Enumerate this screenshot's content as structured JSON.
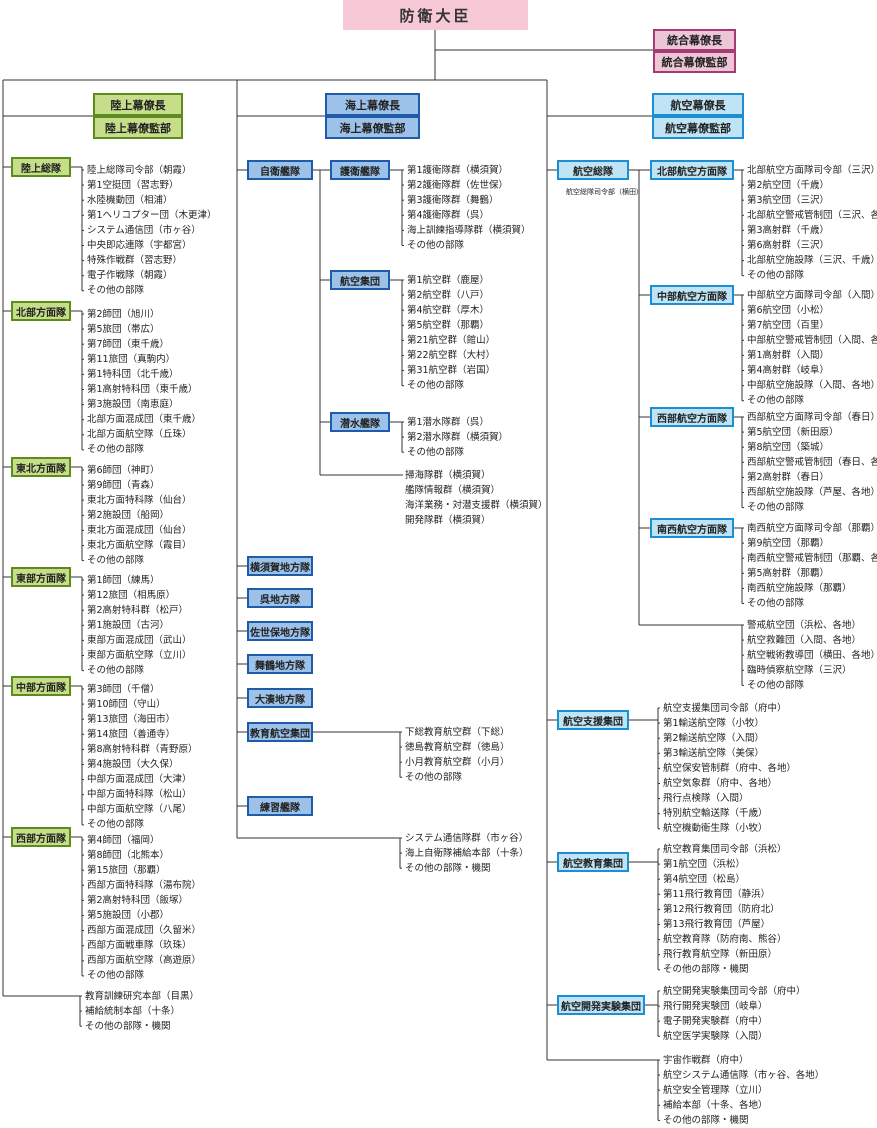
{
  "minister": "防衛大臣",
  "joint": {
    "chief": "統合幕僚長",
    "office": "統合幕僚監部"
  },
  "gsdf": {
    "chief": "陸上幕僚長",
    "office": "陸上幕僚監部",
    "units": [
      {
        "name": "陸上総隊",
        "items": [
          "陸上総隊司令部（朝霞）",
          "第1空挺団（習志野）",
          "水陸機動団（相浦）",
          "第1ヘリコプター団（木更津）",
          "システム通信団（市ヶ谷）",
          "中央即応連隊（宇都宮）",
          "特殊作戦群（習志野）",
          "電子作戦隊（朝霞）",
          "その他の部隊"
        ]
      },
      {
        "name": "北部方面隊",
        "items": [
          "第2師団（旭川）",
          "第5旅団（帯広）",
          "第7師団（東千歳）",
          "第11旅団（真駒内）",
          "第1特科団（北千歳）",
          "第1高射特科団（東千歳）",
          "第3施設団（南恵庭）",
          "北部方面混成団（東千歳）",
          "北部方面航空隊（丘珠）",
          "その他の部隊"
        ]
      },
      {
        "name": "東北方面隊",
        "items": [
          "第6師団（神町）",
          "第9師団（青森）",
          "東北方面特科隊（仙台）",
          "第2施設団（船岡）",
          "東北方面混成団（仙台）",
          "東北方面航空隊（霞目）",
          "その他の部隊"
        ]
      },
      {
        "name": "東部方面隊",
        "items": [
          "第1師団（練馬）",
          "第12旅団（相馬原）",
          "第2高射特科群（松戸）",
          "第1施設団（古河）",
          "東部方面混成団（武山）",
          "東部方面航空隊（立川）",
          "その他の部隊"
        ]
      },
      {
        "name": "中部方面隊",
        "items": [
          "第3師団（千僧）",
          "第10師団（守山）",
          "第13旅団（海田市）",
          "第14旅団（善通寺）",
          "第8高射特科群（青野原）",
          "第4施設団（大久保）",
          "中部方面混成団（大津）",
          "中部方面特科隊（松山）",
          "中部方面航空隊（八尾）",
          "その他の部隊"
        ]
      },
      {
        "name": "西部方面隊",
        "items": [
          "第4師団（福岡）",
          "第8師団（北熊本）",
          "第15旅団（那覇）",
          "西部方面特科隊（湯布院）",
          "第2高射特科団（飯塚）",
          "第5施設団（小郡）",
          "西部方面混成団（久留米）",
          "西部方面戦車隊（玖珠）",
          "西部方面航空隊（高遊原）",
          "その他の部隊"
        ]
      }
    ],
    "others": [
      "教育訓練研究本部（目黒）",
      "補給統制本部（十条）",
      "その他の部隊・機関"
    ]
  },
  "msdf": {
    "chief": "海上幕僚長",
    "office": "海上幕僚監部",
    "fleet": "自衛艦隊",
    "fleet_groups": [
      {
        "name": "護衛艦隊",
        "items": [
          "第1護衛隊群（横須賀）",
          "第2護衛隊群（佐世保）",
          "第3護衛隊群（舞鶴）",
          "第4護衛隊群（呉）",
          "海上訓練指導隊群（横須賀）",
          "その他の部隊"
        ]
      },
      {
        "name": "航空集団",
        "items": [
          "第1航空群（鹿屋）",
          "第2航空群（八戸）",
          "第4航空群（厚木）",
          "第5航空群（那覇）",
          "第21航空群（館山）",
          "第22航空群（大村）",
          "第31航空群（岩国）",
          "その他の部隊"
        ]
      },
      {
        "name": "潜水艦隊",
        "items": [
          "第1潜水隊群（呉）",
          "第2潜水隊群（横須賀）",
          "その他の部隊"
        ]
      }
    ],
    "fleet_others": [
      "掃海隊群（横須賀）",
      "艦隊情報群（横須賀）",
      "海洋業務・対潜支援群（横須賀）",
      "開発隊群（横須賀）"
    ],
    "districts": [
      "横須賀地方隊",
      "呉地方隊",
      "佐世保地方隊",
      "舞鶴地方隊",
      "大湊地方隊"
    ],
    "education": {
      "name": "教育航空集団",
      "items": [
        "下総教育航空群（下総）",
        "徳島教育航空群（徳島）",
        "小月教育航空群（小月）",
        "その他の部隊"
      ]
    },
    "training": "練習艦隊",
    "others": [
      "システム通信隊群（市ヶ谷）",
      "海上自衛隊補給本部（十条）",
      "その他の部隊・機関"
    ]
  },
  "asdf": {
    "chief": "航空幕僚長",
    "office": "航空幕僚監部",
    "command": {
      "name": "航空総隊",
      "note": "航空総隊司令部（横田）"
    },
    "forces": [
      {
        "name": "北部航空方面隊",
        "items": [
          "北部航空方面隊司令部（三沢）",
          "第2航空団（千歳）",
          "第3航空団（三沢）",
          "北部航空警戒管制団（三沢、各地）",
          "第3高射群（千歳）",
          "第6高射群（三沢）",
          "北部航空施設隊（三沢、千歳）",
          "その他の部隊"
        ]
      },
      {
        "name": "中部航空方面隊",
        "items": [
          "中部航空方面隊司令部（入間）",
          "第6航空団（小松）",
          "第7航空団（百里）",
          "中部航空警戒管制団（入間、各地）",
          "第1高射群（入間）",
          "第4高射群（岐阜）",
          "中部航空施設隊（入間、各地）",
          "その他の部隊"
        ]
      },
      {
        "name": "西部航空方面隊",
        "items": [
          "西部航空方面隊司令部（春日）",
          "第5航空団（新田原）",
          "第8航空団（築城）",
          "西部航空警戒管制団（春日、各地）",
          "第2高射群（春日）",
          "西部航空施設隊（芦屋、各地）",
          "その他の部隊"
        ]
      },
      {
        "name": "南西航空方面隊",
        "items": [
          "南西航空方面隊司令部（那覇）",
          "第9航空団（那覇）",
          "南西航空警戒管制団（那覇、各地）",
          "第5高射群（那覇）",
          "南西航空施設隊（那覇）",
          "その他の部隊"
        ]
      }
    ],
    "command_others": [
      "警戒航空団（浜松、各地）",
      "航空救難団（入間、各地）",
      "航空戦術教導団（横田、各地）",
      "臨時偵察航空隊（三沢）",
      "その他の部隊"
    ],
    "support": {
      "name": "航空支援集団",
      "items": [
        "航空支援集団司令部（府中）",
        "第1輸送航空隊（小牧）",
        "第2輸送航空隊（入間）",
        "第3輸送航空隊（美保）",
        "航空保安管制群（府中、各地）",
        "航空気象群（府中、各地）",
        "飛行点検隊（入間）",
        "特別航空輸送隊（千歳）",
        "航空機動衛生隊（小牧）"
      ]
    },
    "education": {
      "name": "航空教育集団",
      "items": [
        "航空教育集団司令部（浜松）",
        "第1航空団（浜松）",
        "第4航空団（松島）",
        "第11飛行教育団（静浜）",
        "第12飛行教育団（防府北）",
        "第13飛行教育団（芦屋）",
        "航空教育隊（防府南、熊谷）",
        "飛行教育航空隊（新田原）",
        "その他の部隊・機関"
      ]
    },
    "development": {
      "name": "航空開発実験集団",
      "items": [
        "航空開発実験集団司令部（府中）",
        "飛行開発実験団（岐阜）",
        "電子開発実験群（府中）",
        "航空医学実験隊（入間）"
      ]
    },
    "others": [
      "宇宙作戦群（府中）",
      "航空システム通信隊（市ヶ谷、各地）",
      "航空安全管理隊（立川）",
      "補給本部（十条、各地）",
      "その他の部隊・機関"
    ]
  }
}
